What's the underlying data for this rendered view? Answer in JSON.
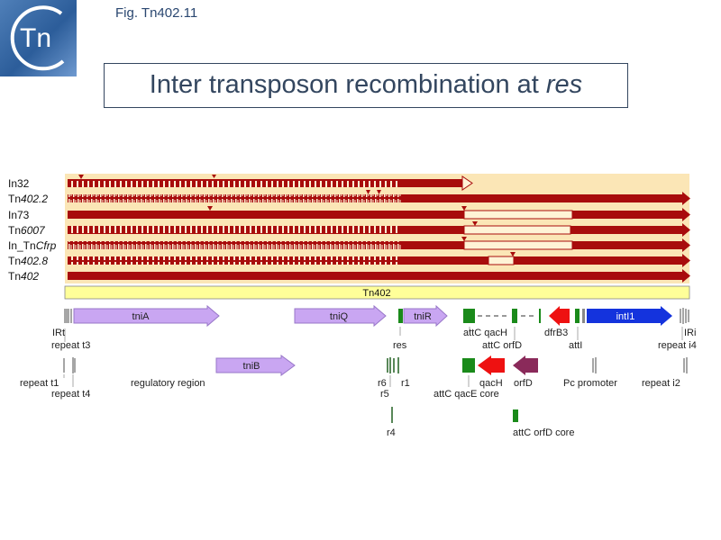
{
  "figure_label": "Fig. Tn402.11",
  "logo_text": "Tn",
  "title": {
    "main": "Inter transposon recombination at ",
    "emph": "res"
  },
  "tracks": [
    {
      "pre": "In32",
      "emph": "",
      "post": ""
    },
    {
      "pre": "Tn",
      "emph": "402.2",
      "post": ""
    },
    {
      "pre": "In73",
      "emph": "",
      "post": ""
    },
    {
      "pre": "Tn",
      "emph": "6007",
      "post": ""
    },
    {
      "pre": "In_Tn",
      "emph": "Cfrp",
      "post": ""
    },
    {
      "pre": "Tn",
      "emph": "402.8",
      "post": ""
    },
    {
      "pre": "Tn",
      "emph": "402",
      "post": ""
    }
  ],
  "reference_bar_label": "Tn402",
  "genes": {
    "tniA": "tniA",
    "tniQ": "tniQ",
    "tniR": "tniR",
    "tniB": "tniB",
    "intI1": "intI1",
    "qacH": "qacH",
    "orfD": "orfD"
  },
  "features": {
    "IRt": "IRt",
    "repeat_t3": "repeat t3",
    "res": "res",
    "attC_qacH": "attC qacH",
    "attC_orfD": "attC orfD",
    "dfrB3": "dfrB3",
    "attI": "attI",
    "IRi": "IRi",
    "repeat_i4": "repeat i4",
    "repeat_t1": "repeat t1",
    "repeat_t4": "repeat t4",
    "regulatory_region": "regulatory region",
    "r6": "r6",
    "r1": "r1",
    "r5": "r5",
    "r4": "r4",
    "attC_qacE_core": "attC qacE core",
    "orfD_label": "orfD",
    "pc_promoter": "Pc promoter",
    "repeat_i2": "repeat i2",
    "attC_orfD_core": "attC orfD core"
  },
  "colors": {
    "track_bg": "#fbe6b6",
    "track_fill": "#a80c0c",
    "track_light": "#fff3d6",
    "ref_bar": "#ffff99",
    "tni": "#c9a6f2",
    "green": "#1a8a1a",
    "red_gene": "#ee1111",
    "blue_gene": "#1433dd",
    "purple_gene": "#8a2a5a",
    "title": "#33465f"
  }
}
